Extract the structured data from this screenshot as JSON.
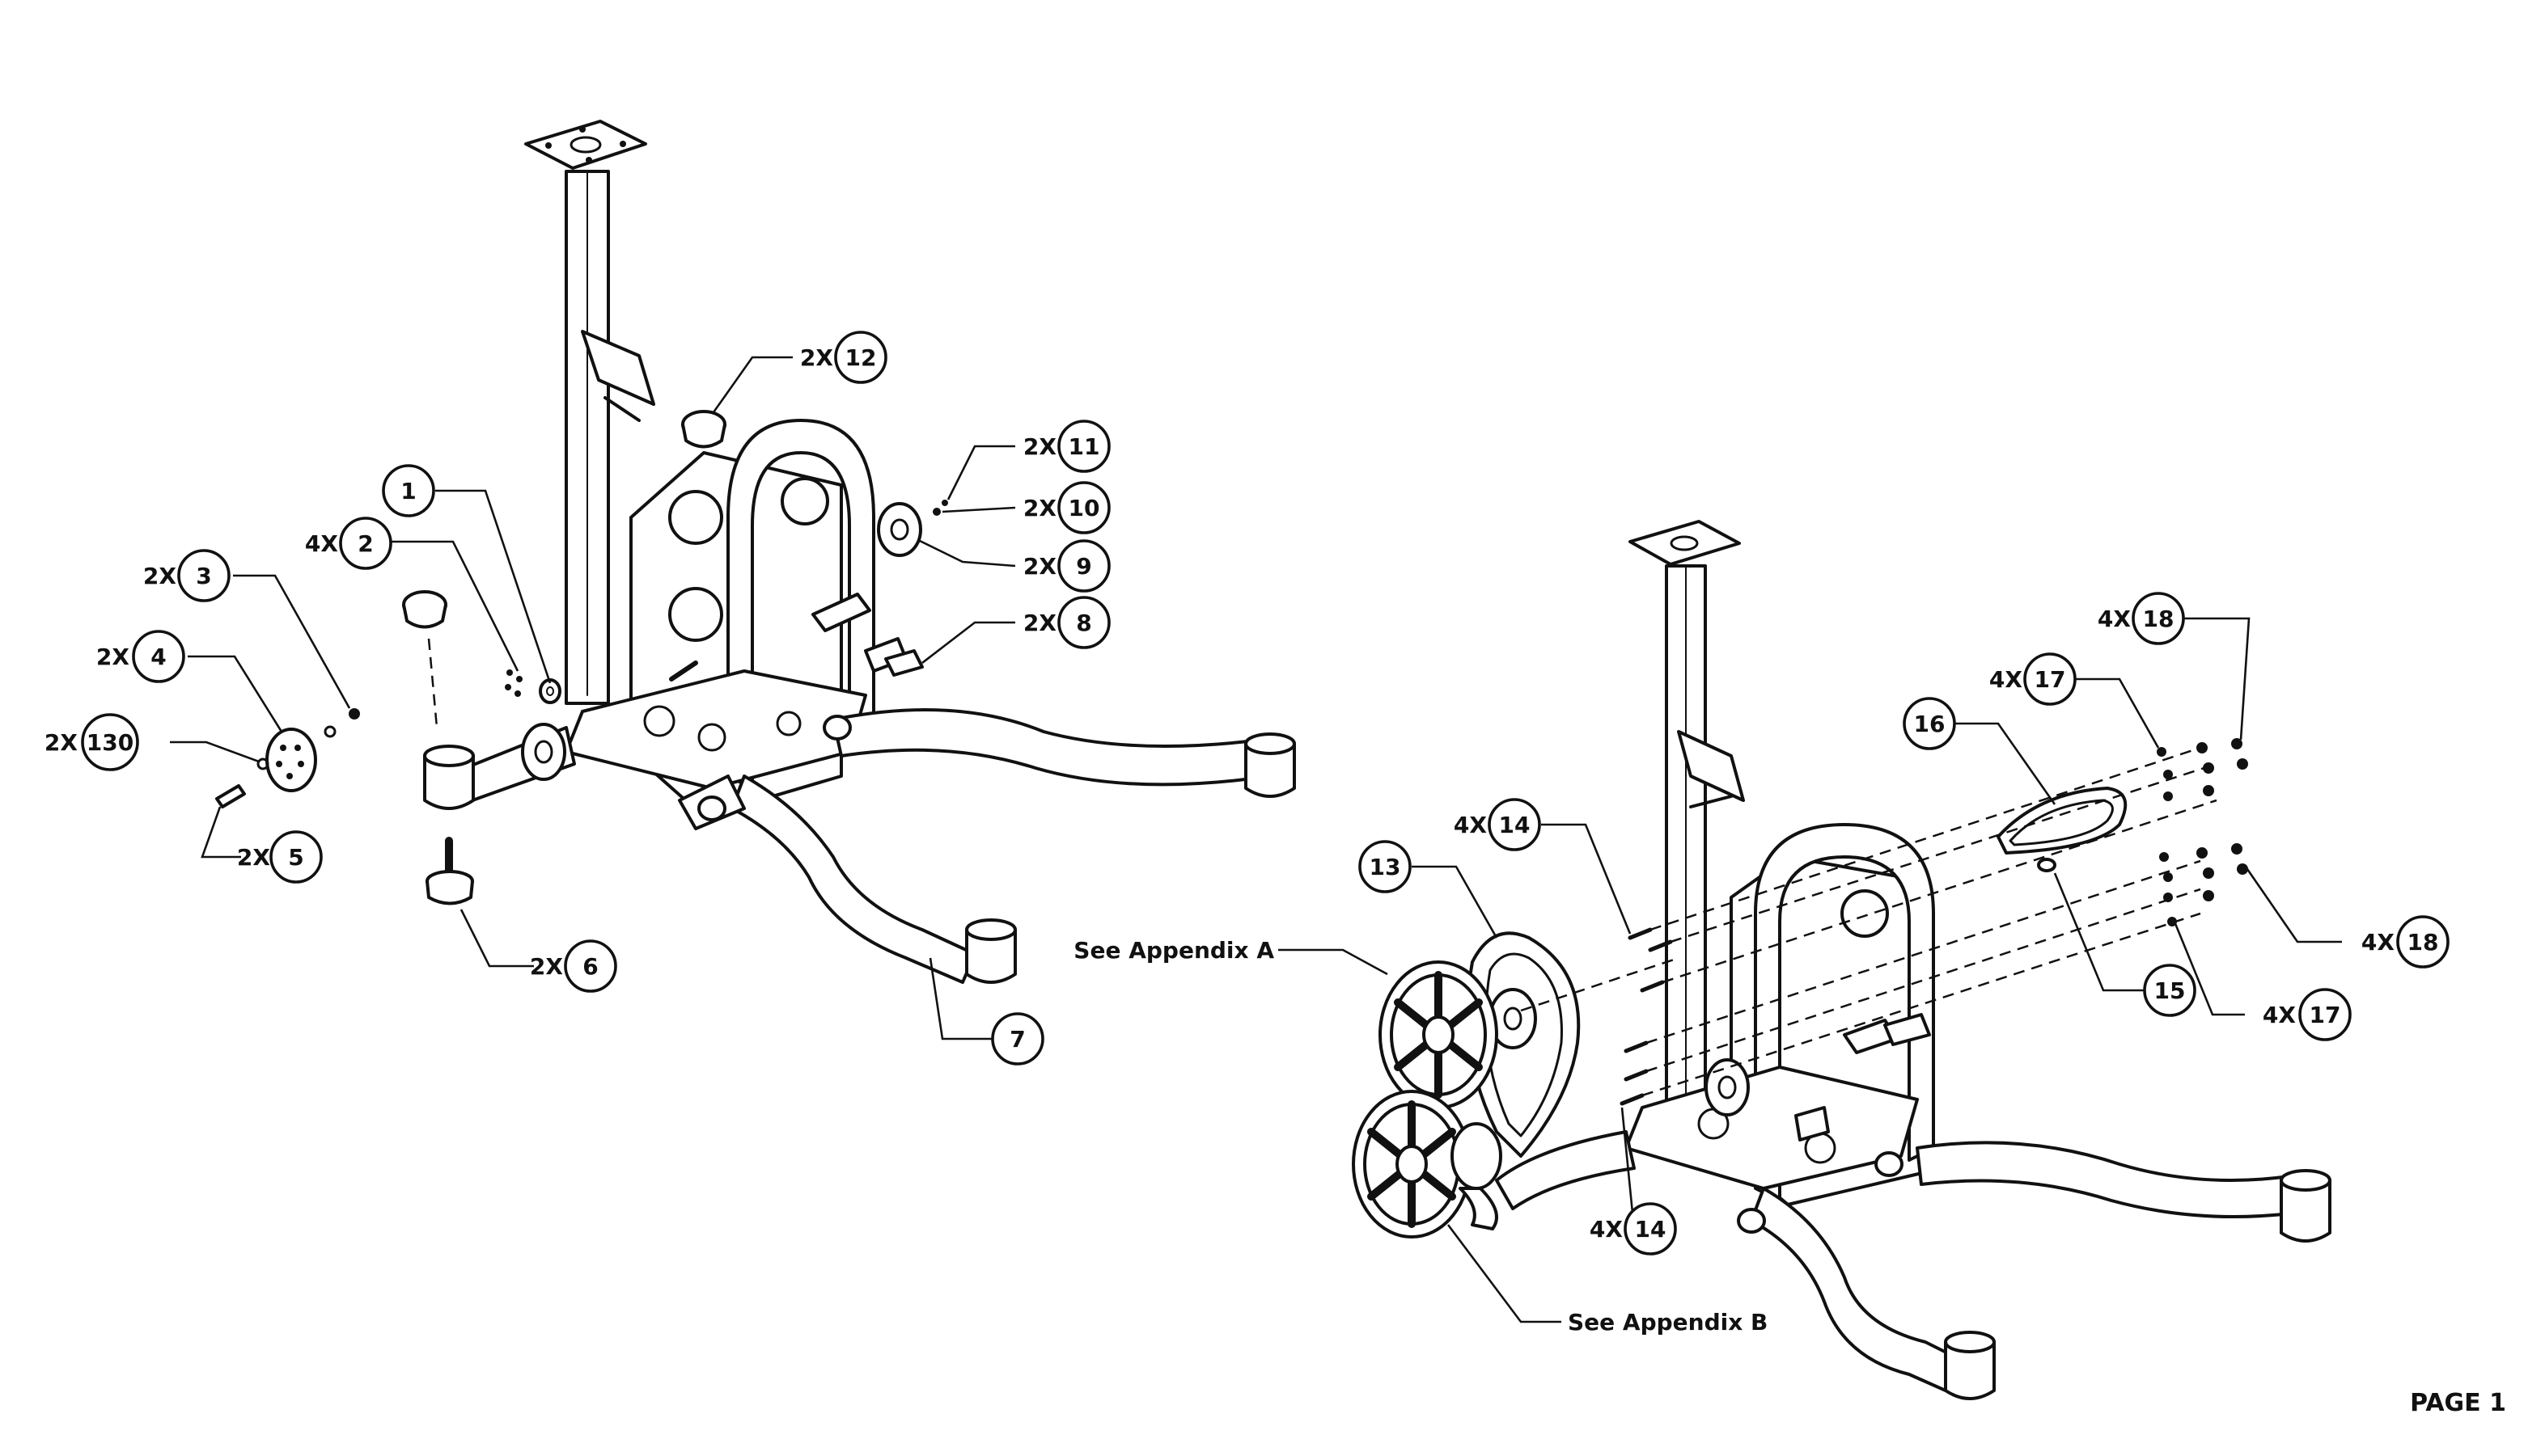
{
  "page_label": "PAGE 1",
  "references": {
    "appendix_a": "See Appendix A",
    "appendix_b": "See Appendix B"
  },
  "callouts": [
    {
      "id": "c1",
      "num": "1",
      "qty": ""
    },
    {
      "id": "c2",
      "num": "2",
      "qty": "4X"
    },
    {
      "id": "c3",
      "num": "3",
      "qty": "2X"
    },
    {
      "id": "c4",
      "num": "4",
      "qty": "2X"
    },
    {
      "id": "c130",
      "num": "130",
      "qty": "2X"
    },
    {
      "id": "c5",
      "num": "5",
      "qty": "2X"
    },
    {
      "id": "c6",
      "num": "6",
      "qty": "2X"
    },
    {
      "id": "c7",
      "num": "7",
      "qty": ""
    },
    {
      "id": "c12",
      "num": "12",
      "qty": "2X"
    },
    {
      "id": "c11",
      "num": "11",
      "qty": "2X"
    },
    {
      "id": "c10",
      "num": "10",
      "qty": "2X"
    },
    {
      "id": "c9",
      "num": "9",
      "qty": "2X"
    },
    {
      "id": "c8",
      "num": "8",
      "qty": "2X"
    },
    {
      "id": "c13",
      "num": "13",
      "qty": ""
    },
    {
      "id": "c14a",
      "num": "14",
      "qty": "4X"
    },
    {
      "id": "c14b",
      "num": "14",
      "qty": "4X"
    },
    {
      "id": "c15",
      "num": "15",
      "qty": ""
    },
    {
      "id": "c16",
      "num": "16",
      "qty": ""
    },
    {
      "id": "c17a",
      "num": "17",
      "qty": "4X"
    },
    {
      "id": "c17b",
      "num": "17",
      "qty": "4X"
    },
    {
      "id": "c18a",
      "num": "18",
      "qty": "4X"
    },
    {
      "id": "c18b",
      "num": "18",
      "qty": "4X"
    }
  ]
}
